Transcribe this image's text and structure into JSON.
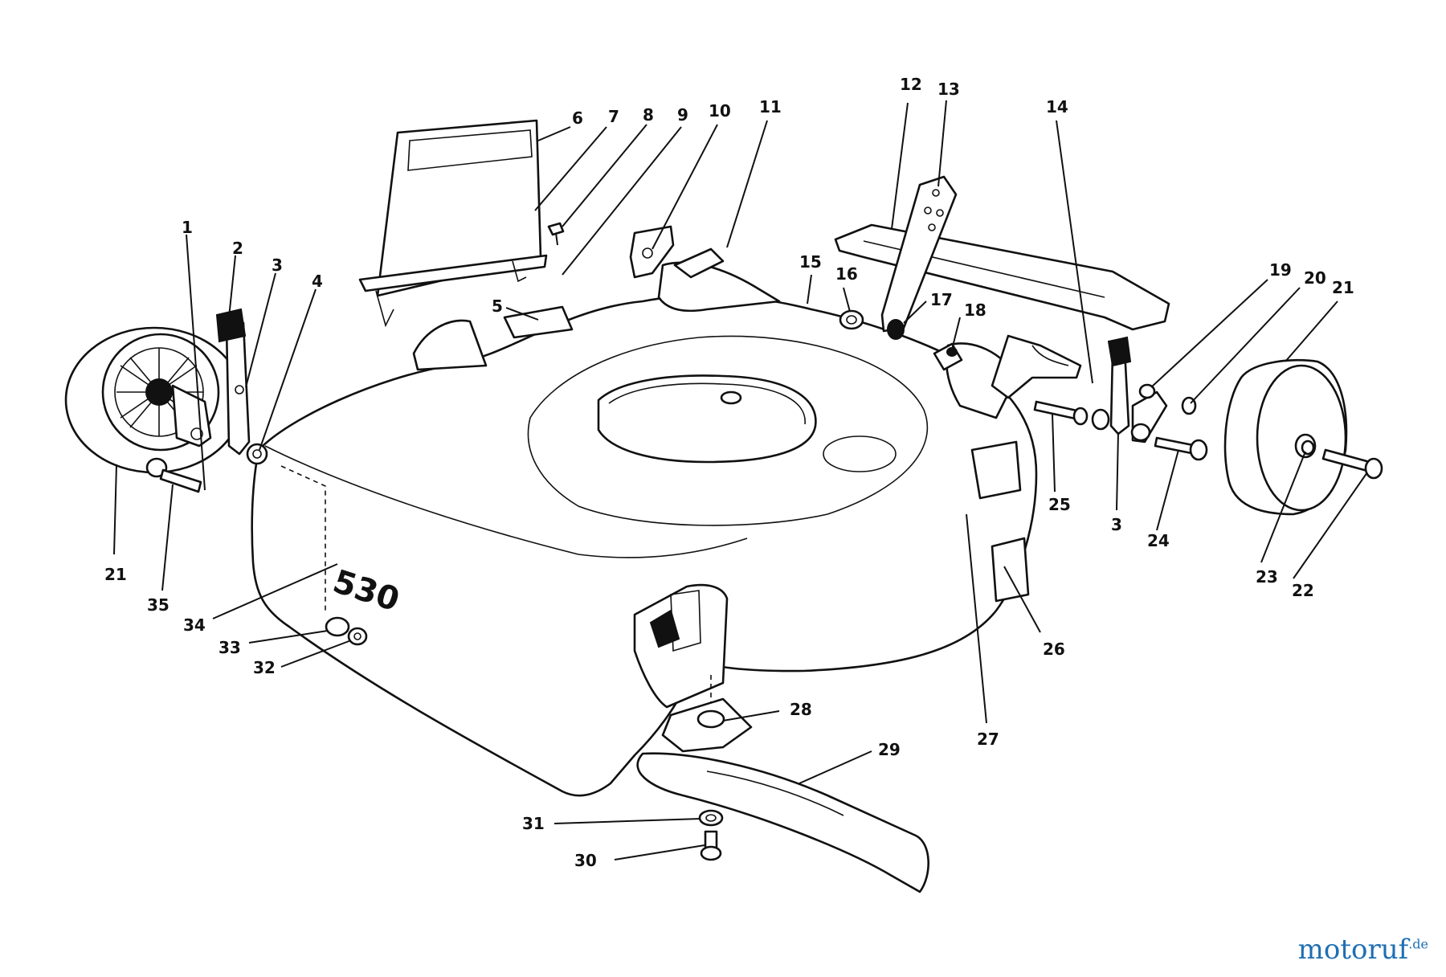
{
  "deck_model_marking": "530",
  "callouts": [
    "1",
    "2",
    "3",
    "4",
    "5",
    "6",
    "7",
    "8",
    "9",
    "10",
    "11",
    "12",
    "13",
    "14",
    "15",
    "16",
    "17",
    "18",
    "19",
    "20",
    "21",
    "21",
    "22",
    "23",
    "24",
    "25",
    "3",
    "26",
    "27",
    "28",
    "29",
    "30",
    "31",
    "32",
    "33",
    "34",
    "35"
  ],
  "watermark": {
    "brand": "motoruf",
    "suffix": ".de"
  },
  "colors": {
    "line": "#111111",
    "watermark_blue": "#1f6fb2",
    "watermark_red": "#d23f2f"
  }
}
